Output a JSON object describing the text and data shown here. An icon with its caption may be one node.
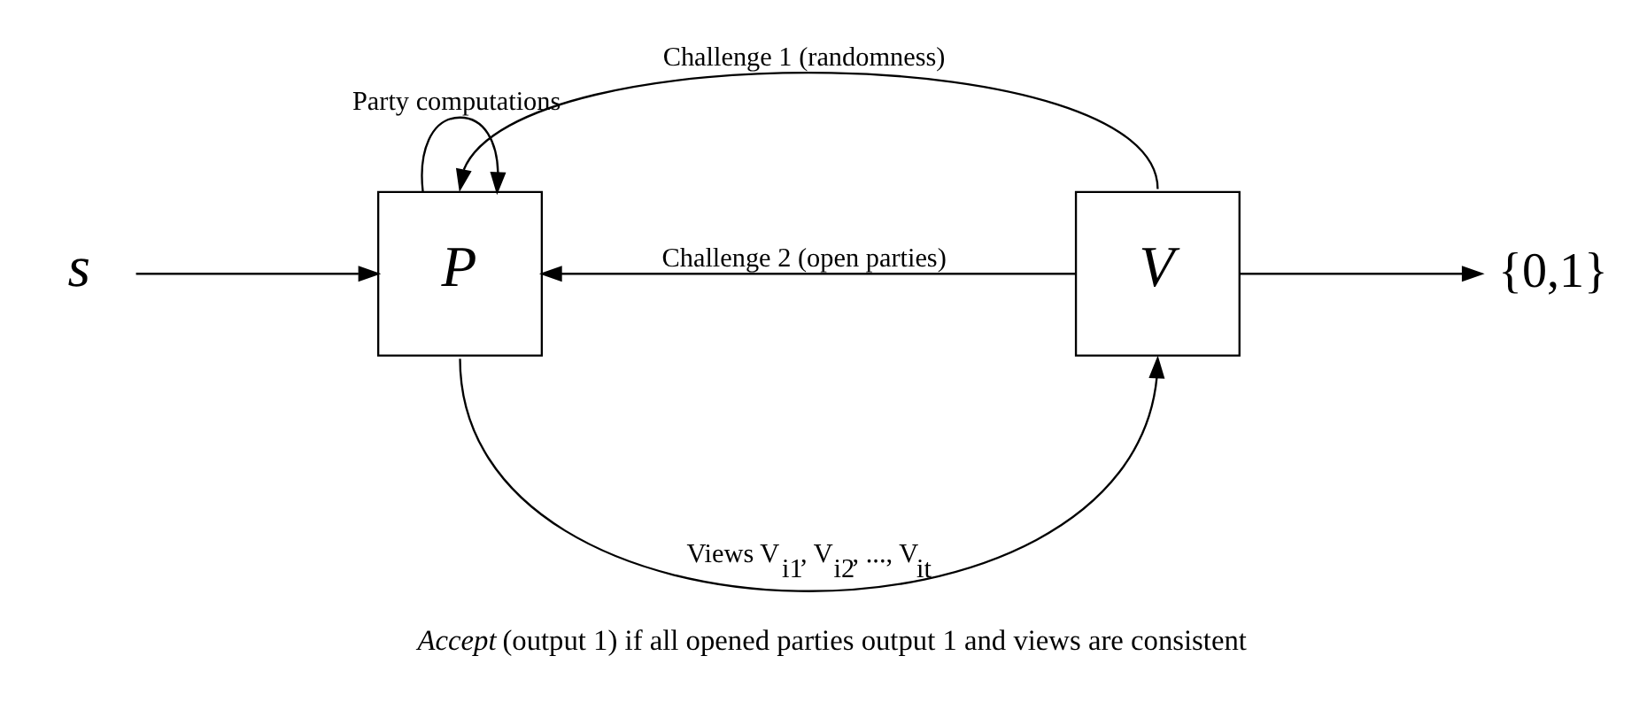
{
  "diagram": {
    "caption": "*Accept* (output 1) if all opened parties output 1 and views are consistent",
    "nodes": [
      {
        "text": [
          "s"
        ]
      },
      {
        "text": [
          "P"
        ]
      },
      {
        "text": [
          "V"
        ]
      },
      {
        "text": [
          "{0,1}"
        ]
      }
    ],
    "edges": [
      {
        "from": 0,
        "to": 1,
        "arrow": "to"
      },
      {
        "from": 1,
        "to": 1,
        "arrow": "to",
        "label": "Party computations"
      },
      {
        "from": 2,
        "to": 1,
        "arrow": "to",
        "label": "Challenge 1 (randomness)"
      },
      {
        "from": 2,
        "to": 1,
        "arrow": "to",
        "label": "Challenge 2 (open parties)"
      },
      {
        "from": 1,
        "to": 2,
        "arrow": "to",
        "label": "Views V$_{i1}$, V$_{i2}$, ..., V$_{it}$"
      },
      {
        "from": 2,
        "to": 3,
        "arrow": "to"
      }
    ]
  }
}
